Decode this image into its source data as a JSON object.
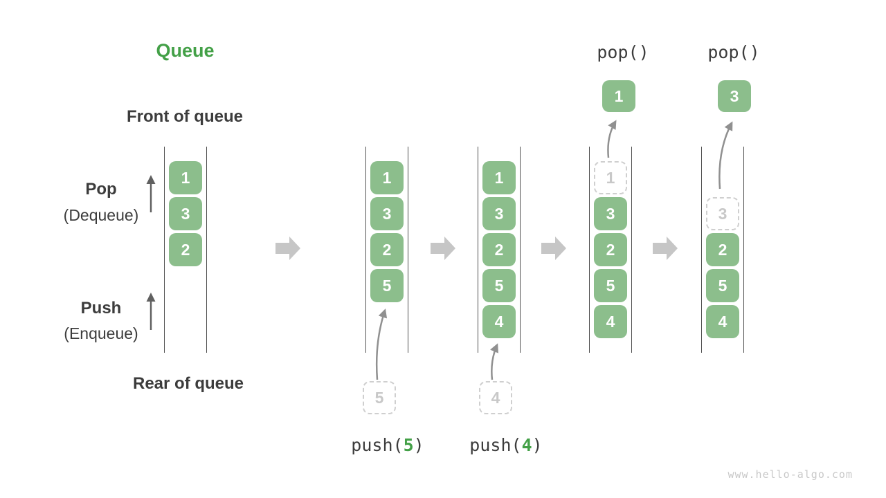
{
  "title": "Queue",
  "colors": {
    "accent_green": "#43A047",
    "box_green": "#8CBE8C",
    "text_dark": "#3C3C3C",
    "wall_gray": "#4F4F4F",
    "arrow_gray": "#909090",
    "dark_arrow_gray": "#606060",
    "block_arrow_gray": "#C6C6C6",
    "dashed_border_gray": "#CFCFCF",
    "ghost_gray": "#C8C8C8"
  },
  "labels": {
    "front_of_queue": "Front of queue",
    "rear_of_queue": "Rear of queue",
    "pop": "Pop",
    "pop_sub": "(Dequeue)",
    "push": "Push",
    "push_sub": "(Enqueue)"
  },
  "states": [
    {
      "name": "initial",
      "slots": [
        {
          "value": "1"
        },
        {
          "value": "3"
        },
        {
          "value": "2"
        }
      ]
    },
    {
      "name": "after-push-5",
      "operation": {
        "prefix": "push(",
        "arg": "5",
        "suffix": ")"
      },
      "staged": "5",
      "slots": [
        {
          "value": "1"
        },
        {
          "value": "3"
        },
        {
          "value": "2"
        },
        {
          "value": "5"
        }
      ]
    },
    {
      "name": "after-push-4",
      "operation": {
        "prefix": "push(",
        "arg": "4",
        "suffix": ")"
      },
      "staged": "4",
      "slots": [
        {
          "value": "1"
        },
        {
          "value": "3"
        },
        {
          "value": "2"
        },
        {
          "value": "5"
        },
        {
          "value": "4"
        }
      ]
    },
    {
      "name": "after-pop-1",
      "operation_label": "pop()",
      "popped": "1",
      "slots": [
        {
          "value": "1",
          "removed": true
        },
        {
          "value": "3"
        },
        {
          "value": "2"
        },
        {
          "value": "5"
        },
        {
          "value": "4"
        }
      ]
    },
    {
      "name": "after-pop-3",
      "operation_label": "pop()",
      "popped": "3",
      "slots": [
        {
          "value": "3",
          "removed": true
        },
        {
          "value": "2"
        },
        {
          "value": "5"
        },
        {
          "value": "4"
        }
      ]
    }
  ],
  "watermark": "www.hello-algo.com"
}
